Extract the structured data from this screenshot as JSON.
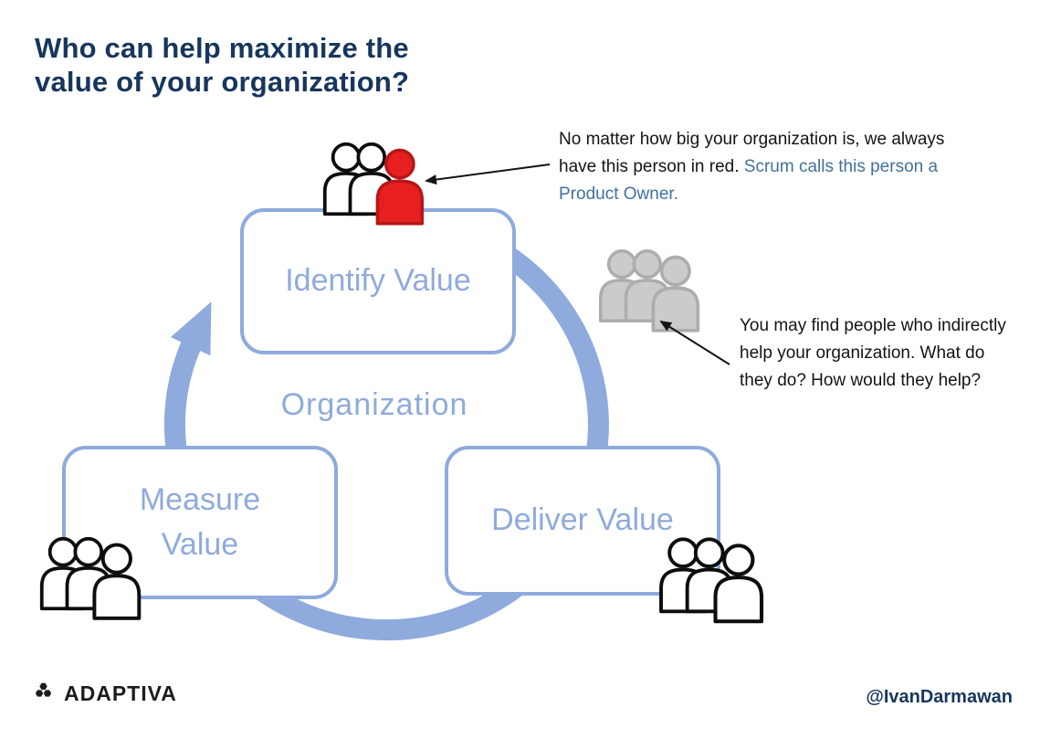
{
  "title": "Who can help maximize the value of your organization?",
  "diagram": {
    "center_label": "Organization",
    "boxes": [
      {
        "id": "identify",
        "label": "Identify Value"
      },
      {
        "id": "measure",
        "label": "Measure Value"
      },
      {
        "id": "deliver",
        "label": "Deliver Value"
      }
    ]
  },
  "annotations": {
    "product_owner": {
      "text_black": "No matter how big your organization is, we always have this person in red. ",
      "text_blue": "Scrum calls this person a Product Owner."
    },
    "indirect_helpers": {
      "text": "You may find people who indirectly help your organization. What do they do? How would they help?"
    }
  },
  "icons": {
    "top_group": "people-group-with-product-owner",
    "gray_group": "gray-people-group",
    "bottom_left_group": "people-group",
    "bottom_right_group": "people-group",
    "cycle_arrow": "circular-cycle-arrow",
    "logo_mark": "adaptiva-logo"
  },
  "footer": {
    "brand": "ADAPTIVA",
    "handle": "@IvanDarmawan"
  },
  "colors": {
    "accent_blue": "#8FAADC",
    "title_navy": "#17365D",
    "person_red": "#E7201F",
    "person_gray": "#CBCBCB",
    "link_blue": "#41719C"
  }
}
